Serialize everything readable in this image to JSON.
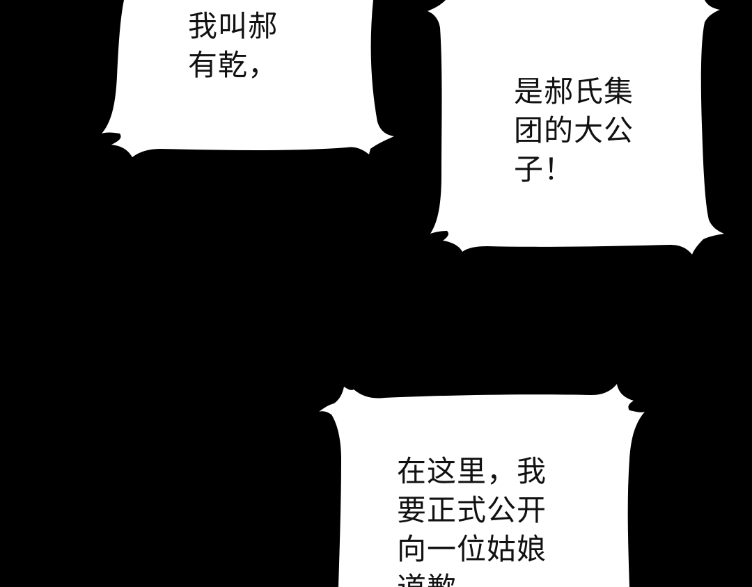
{
  "colors": {
    "background": "#000000",
    "bubble_fill": "#ffffff",
    "text": "#111111"
  },
  "bubbles": [
    {
      "lines": [
        "我叫郝",
        "有乾，"
      ]
    },
    {
      "lines": [
        "是郝氏集",
        "团的大公",
        "子！"
      ]
    },
    {
      "lines": [
        "在这里，我",
        "要正式公开",
        "向一位姑娘",
        "道歉"
      ]
    }
  ]
}
